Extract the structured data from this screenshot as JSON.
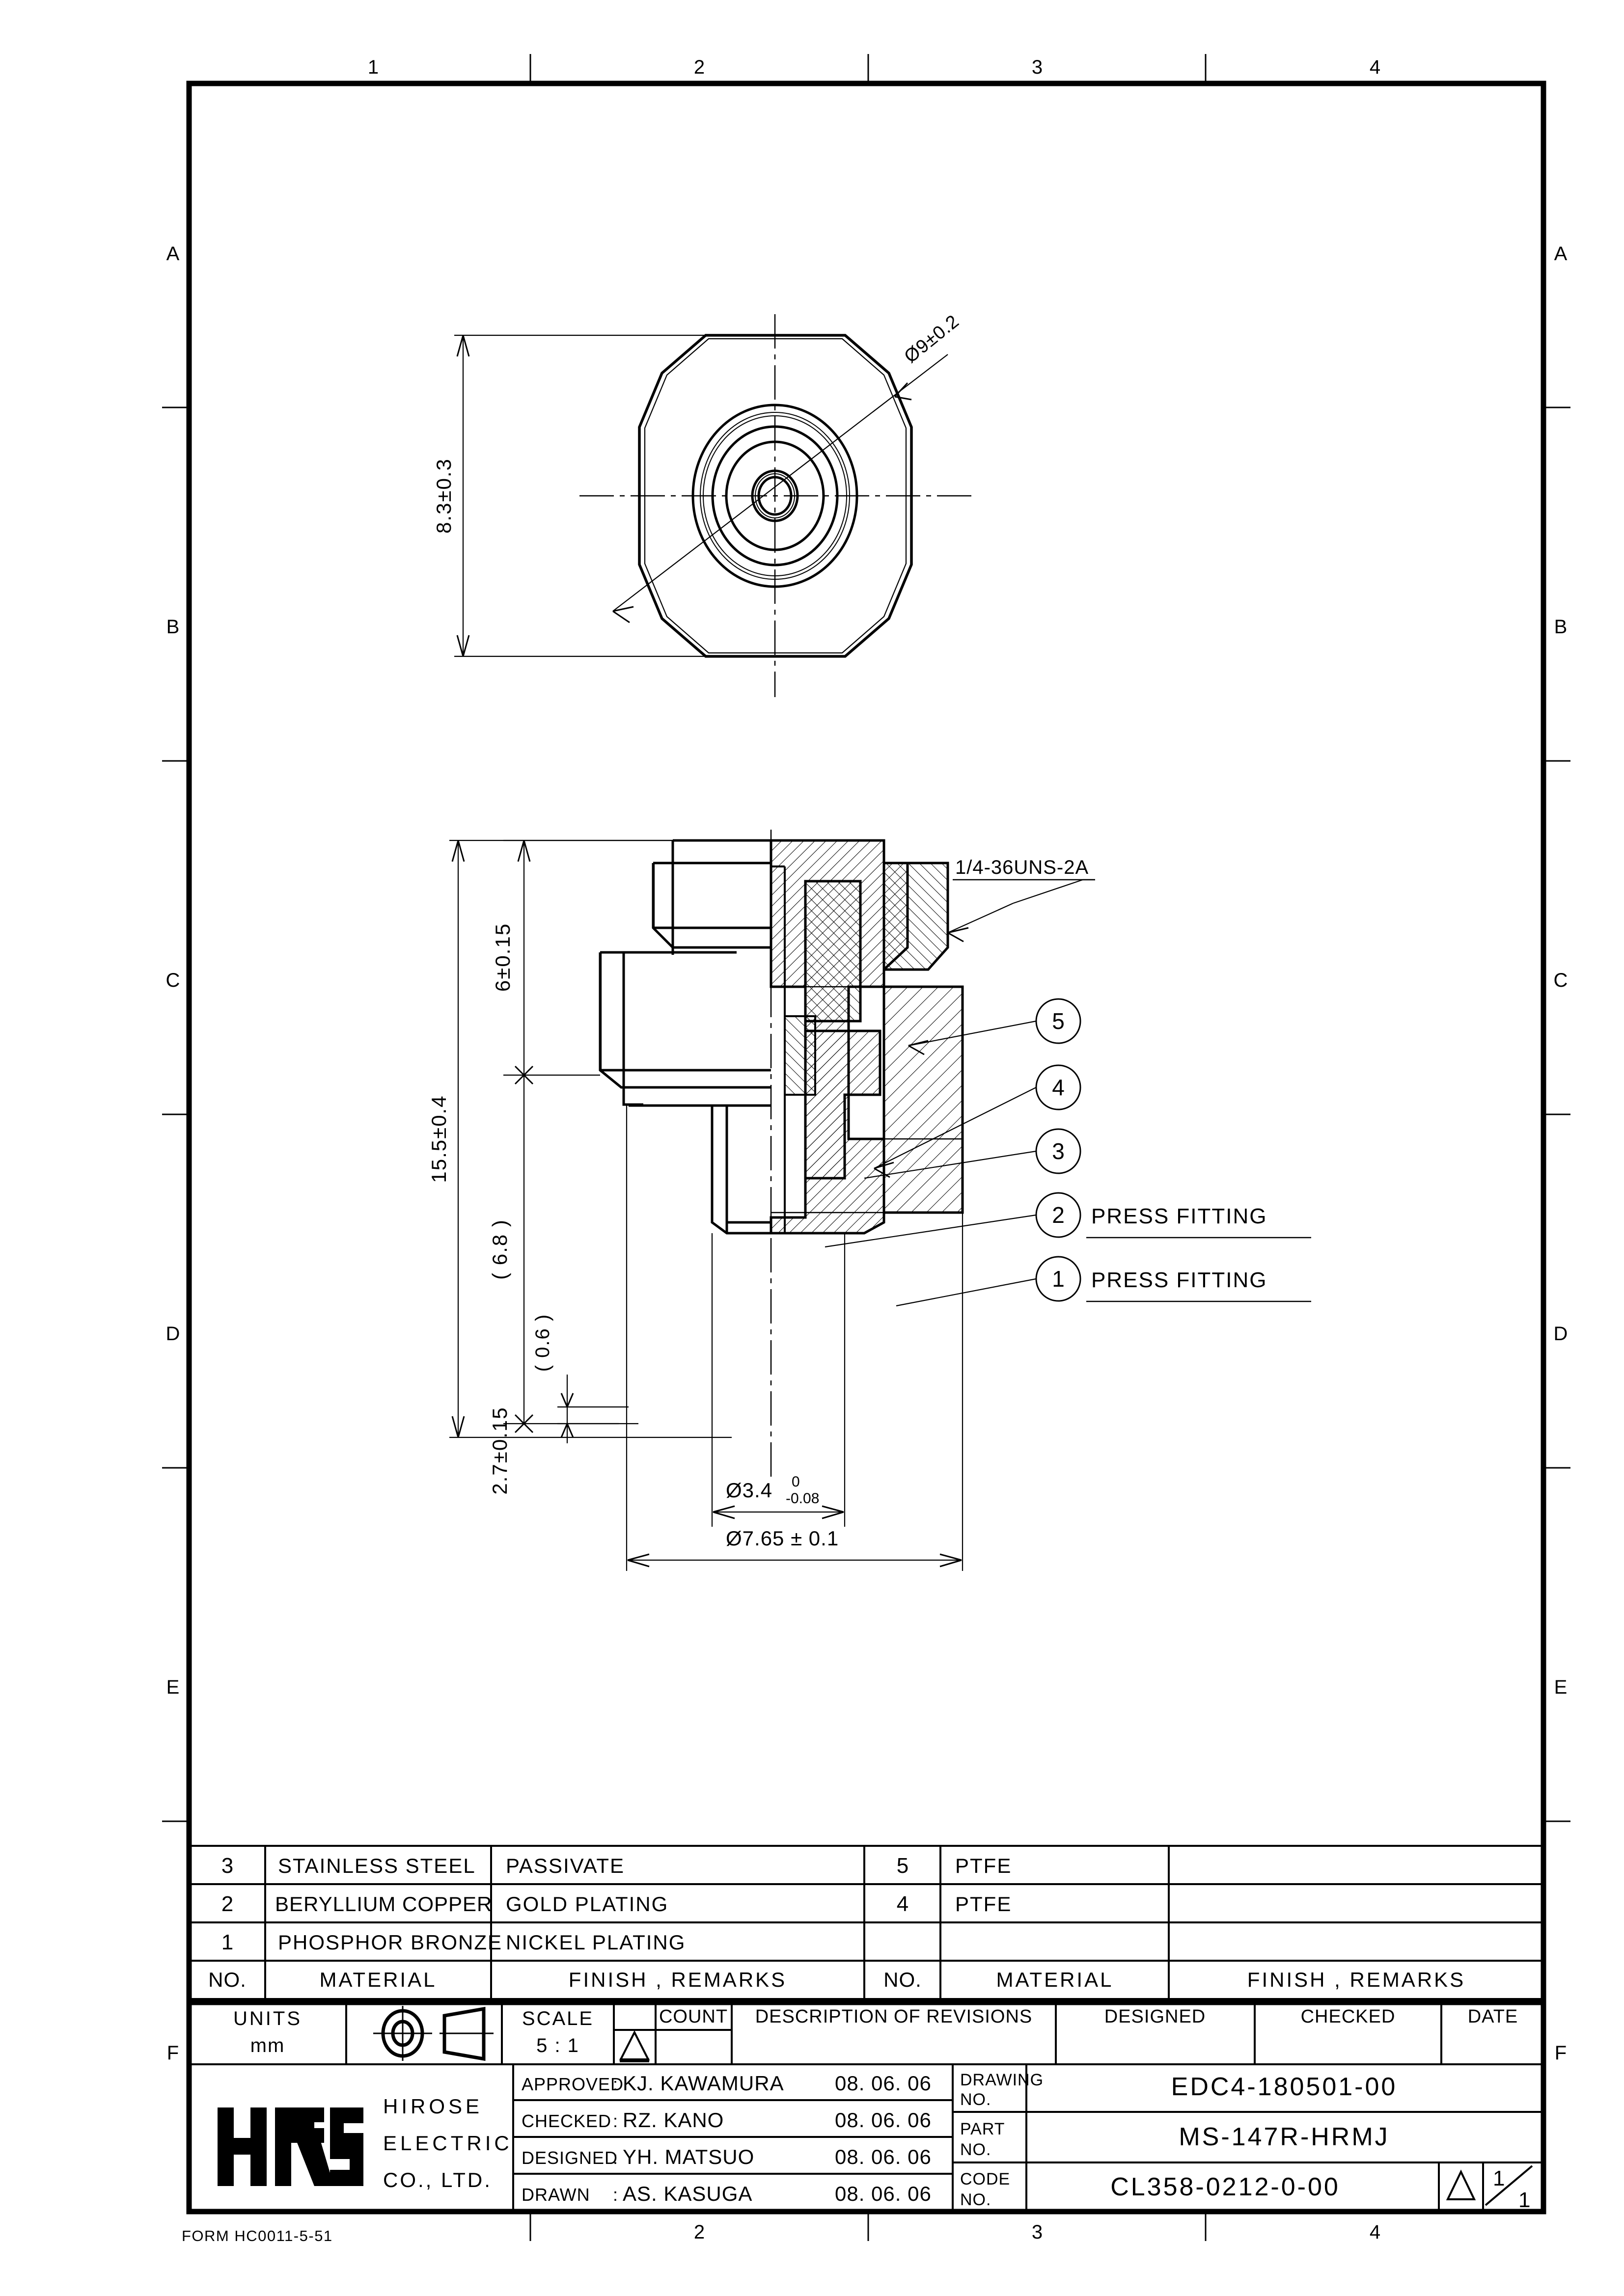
{
  "sheet": {
    "form_code": "FORM HC0011-5-51",
    "columns_top": [
      "1",
      "2",
      "3",
      "4"
    ],
    "columns_bottom": [
      "2",
      "3",
      "4"
    ],
    "rows_left": [
      "A",
      "B",
      "C",
      "D",
      "E",
      "F"
    ],
    "rows_right": [
      "A",
      "B",
      "C",
      "D",
      "E",
      "F"
    ]
  },
  "views": {
    "front_view": {
      "dim_width": "8.3±0.3",
      "dim_diameter": "Ø9±0.2"
    },
    "section_view": {
      "dim_overall_length": "15.5±0.4",
      "dim_hex_length": "6±0.15",
      "dim_ref_68": "( 6.8 )",
      "dim_ref_06": "( 0.6 )",
      "dim_shoulder": "2.7±0.15",
      "dim_bore": "Ø3.4",
      "dim_bore_tol_upper": "0",
      "dim_bore_tol_lower": "-0.08",
      "dim_flange": "Ø7.65 ± 0.1",
      "thread_note": "1/4-36UNS-2A"
    }
  },
  "balloons": [
    {
      "id": "5",
      "note": ""
    },
    {
      "id": "4",
      "note": ""
    },
    {
      "id": "3",
      "note": ""
    },
    {
      "id": "2",
      "note": "PRESS FITTING"
    },
    {
      "id": "1",
      "note": "PRESS FITTING"
    }
  ],
  "material_table": {
    "headers": {
      "no": "NO.",
      "material": "MATERIAL",
      "finish": "FINISH , REMARKS"
    },
    "left_rows": [
      {
        "no": "3",
        "material": "STAINLESS STEEL",
        "finish": "PASSIVATE"
      },
      {
        "no": "2",
        "material": "BERYLLIUM COPPER",
        "finish": "GOLD PLATING"
      },
      {
        "no": "1",
        "material": "PHOSPHOR BRONZE",
        "finish": "NICKEL PLATING"
      }
    ],
    "right_rows": [
      {
        "no": "5",
        "material": "PTFE",
        "finish": ""
      },
      {
        "no": "4",
        "material": "PTFE",
        "finish": ""
      }
    ]
  },
  "title_block": {
    "units_label": "UNITS",
    "units_value": "mm",
    "projection_symbol": "third-angle-projection",
    "scale_label": "SCALE",
    "scale_value": "5 : 1",
    "revision_mark": "triangle",
    "count_label": "COUNT",
    "description_label": "DESCRIPTION OF REVISIONS",
    "designed_col_label": "DESIGNED",
    "checked_col_label": "CHECKED",
    "date_col_label": "DATE",
    "company": {
      "logo": "HRS",
      "line1": "HIROSE",
      "line2": "ELECTRIC",
      "line3": "CO., LTD."
    },
    "signoffs": [
      {
        "role": "APPROVED",
        "sep": ":",
        "name": "KJ. KAWAMURA",
        "date": "08. 06. 06"
      },
      {
        "role": "CHECKED",
        "sep": ":",
        "name": "RZ. KANO",
        "date": "08. 06. 06"
      },
      {
        "role": "DESIGNED",
        "sep": ":",
        "name": "YH. MATSUO",
        "date": "08. 06. 06"
      },
      {
        "role": "DRAWN",
        "sep": ":",
        "name": "AS. KASUGA",
        "date": "08. 06. 06"
      }
    ],
    "drawing_no_label_1": "DRAWING",
    "drawing_no_label_2": "NO.",
    "drawing_no_value": "EDC4-180501-00",
    "part_no_label_1": "PART",
    "part_no_label_2": "NO.",
    "part_no_value": "MS-147R-HRMJ",
    "code_no_label_1": "CODE",
    "code_no_label_2": "NO.",
    "code_no_value": "CL358-0212-0-00",
    "sheet_num": "1",
    "sheet_den": "1"
  },
  "colors": {
    "line": "#000000",
    "background": "#ffffff"
  }
}
